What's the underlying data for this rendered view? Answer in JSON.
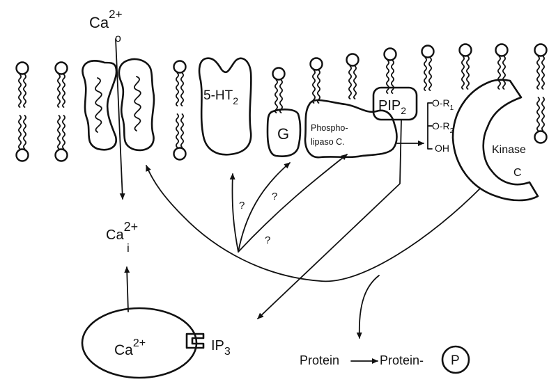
{
  "labels": {
    "ca_out": "Ca",
    "ca_out_sup": "2+",
    "ca_out_sub": "o",
    "receptor": "5-HT",
    "receptor_sub": "2",
    "g_protein": "G",
    "plc_line1": "Phospho-",
    "plc_line2": "lipaso C.",
    "pip": "PIP",
    "pip_sub": "2",
    "dag1": "O-R",
    "dag1_sub": "1",
    "dag2": "O-R",
    "dag2_sub": "2",
    "dag3": "OH",
    "kinase_line1": "Kinase",
    "kinase_line2": "C",
    "ca_in": "Ca",
    "ca_in_sup": "2+",
    "ca_in_sub": "i",
    "q1": "?",
    "q2": "?",
    "q3": "?",
    "store_ca": "Ca",
    "store_ca_sup": "2+",
    "ip3": "IP",
    "ip3_sub": "3",
    "protein_a": "Protein",
    "protein_b": "Protein-",
    "phosphate": "P"
  },
  "colors": {
    "ink": "#111111",
    "background": "#ffffff"
  },
  "icons": {
    "lipid": "phospholipid-icon",
    "channel": "calcium-channel-icon",
    "ip3_receptor": "ip3-receptor-icon"
  }
}
